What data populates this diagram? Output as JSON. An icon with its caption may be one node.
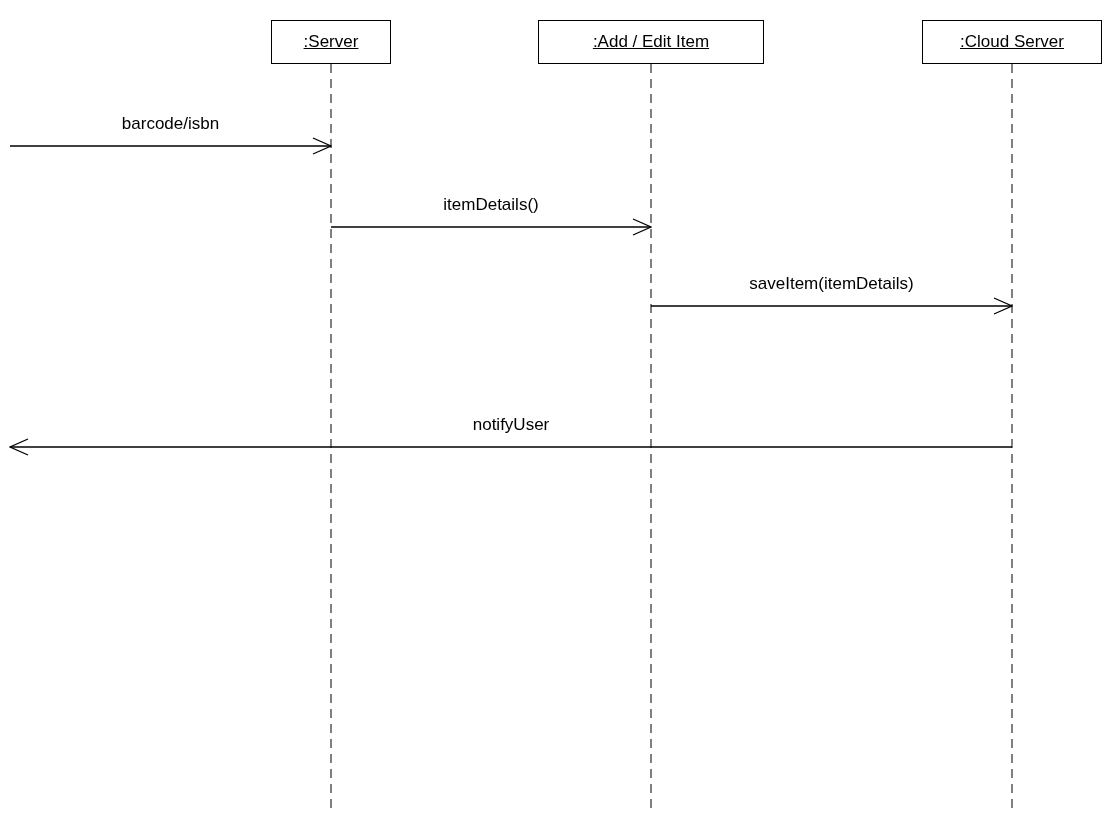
{
  "diagram": {
    "nodes": [
      {
        "text": [
          ":Server"
        ]
      },
      {
        "text": [
          ":Add / Edit Item"
        ]
      },
      {
        "text": [
          ":Cloud Server"
        ]
      }
    ],
    "edges": [
      {
        "from": null,
        "to": 0,
        "arrow": "to",
        "label": "barcode/isbn"
      },
      {
        "from": 0,
        "to": 1,
        "arrow": "to",
        "label": "itemDetails()"
      },
      {
        "from": 1,
        "to": 2,
        "arrow": "to",
        "label": "saveItem(itemDetails)"
      },
      {
        "from": 2,
        "to": null,
        "arrow": "to",
        "label": "notifyUser"
      }
    ]
  }
}
